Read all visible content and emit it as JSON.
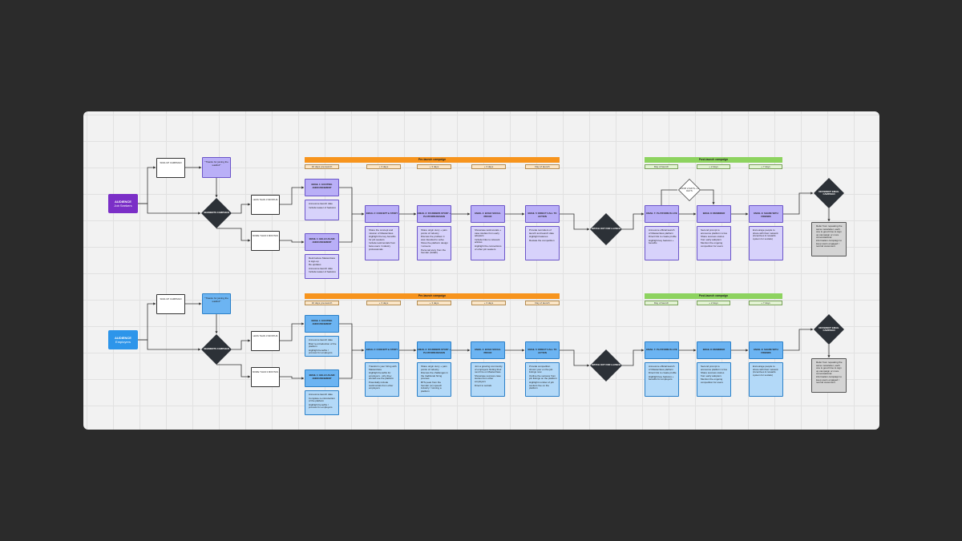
{
  "colors": {
    "canvas": "#2b2b2b",
    "board": "#f2f2f2",
    "purple_strong": "#7b2fc7",
    "blue_strong": "#2d95ea",
    "orange": "#f7941d",
    "green": "#8dd35f",
    "diamond": "#2c3137"
  },
  "rows": [
    {
      "audience_title": "AUDIENCE",
      "audience_name": "Job Seekers",
      "signup": "SIGN-UP CAMPAIGN",
      "thanks": "\"Thanks for joining the waitlist!\"",
      "segment": "SEGMENTS CAMPAIGN",
      "less": "LESS THAN 3 MONTHS",
      "more": "MORE THAN 3 MONTHS",
      "pre_title": "Pre-launch campaign",
      "post_title": "Post-launch campaign",
      "pre_times": [
        "10 days pre-launch",
        "+ 3 days",
        "+ 3 days",
        "+ 3 days",
        "Day of launch"
      ],
      "post_times": [
        "Day of launch",
        "+ 2 days",
        "+ 7 days"
      ],
      "email1a": "EMAIL 1: EXCITING ANNOUNCEMENT",
      "email1a_notes": [
        "Announce launch date",
        "Include teaser of features"
      ],
      "email1b": "EMAIL 1: HELLO AGAIN ANNOUNCEMENT",
      "email1b_notes": [
        "Reintroduce Masterclass & sign-up",
        "Re-updates",
        "Announce launch date",
        "Include teaser of features"
      ],
      "emails": [
        "EMAIL 2: CONCEPT & STORY",
        "EMAIL 3: FOUNDERS STORY + PLATFORM DESIGN",
        "EMAIL 4: BUILD SOCIAL PROOF",
        "EMAIL 5: DIRECT CALL TO ACTION"
      ],
      "email_notes": [
        [
          "Share the concept and mission of Masterclass",
          "Highlight the key benefits for job seekers",
          "Include testimonials from beta users / industry professionals"
        ],
        [
          "Share origin story + pain points of industry",
          "Discuss the problem it was intended to solve",
          "Show the platform design / screens",
          "Personal story from the founder (Gitlab)"
        ],
        [
          "Showcase testimonials + case studies from early adopters",
          "Include links to relevant articles",
          "Highlight the connections of other job seekers"
        ],
        [
          "Provide reminders of launch and launch date",
          "Highlight features",
          "Restate the competition"
        ]
      ],
      "watch": "WATCH OUT FOR LAUNCH",
      "loop": "LOOP 2 DAYS + 2 DAYS",
      "post_emails": [
        "EMAIL 7: PLATFORM IS LIVE",
        "EMAIL 8: REMINDER",
        "EMAIL 9: SHARE WITH FRIENDS"
      ],
      "post_notes": [
        [
          "Announce official launch of Masterclass platform",
          "Direct link to create profile",
          "Highlight key features + benefits"
        ],
        [
          "Second prompt to announce platform is live",
          "Share success stories from early adopters",
          "Mention the ongoing competition for users"
        ],
        [
          "Encourage people to share with their network (incentives & rewards system for socials)"
        ]
      ],
      "different": "DIFFERENT EMAIL CAMPAIGN",
      "different_notes": [
        "Refer from repeating the same newsletter, each one is good time to sign up campaign or more conversational information campaign to keep users engaged / remind customers"
      ]
    },
    {
      "audience_title": "AUDIENCE",
      "audience_name": "Employers",
      "signup": "SIGN-UP CAMPAIGN",
      "thanks": "\"Thanks for joining the waitlist!\"",
      "segment": "SEGMENTS CAMPAIGN",
      "less": "LESS THAN 3 MONTHS",
      "more": "MORE THAN 3 MONTHS",
      "pre_title": "Pre-launch campaign",
      "post_title": "Post-launch campaign",
      "pre_times": [
        "10 days pre-launch",
        "+ 3 days",
        "+ 3 days",
        "+ 3 days",
        "Day of launch"
      ],
      "post_times": [
        "Day of launch",
        "+ 2 days",
        "+ 7 days"
      ],
      "email1a": "EMAIL 1: EXCITING ANNOUNCEMENT",
      "email1a_notes": [
        "Announce launch date",
        "Brief re-introduction of the platform",
        "Highlight benefits / process for employers"
      ],
      "email1b": "EMAIL 1: HELLO AGAIN ANNOUNCEMENT",
      "email1b_notes": [
        "Announce launch date",
        "Complete re-introduction of the platform",
        "Highlight benefits / process for employers"
      ],
      "emails": [
        "EMAIL 2: CONCEPT & STORY",
        "EMAIL 3: FOUNDERS STORY + PLATFORM DESIGN",
        "EMAIL 4: BUILD SOCIAL PROOF",
        "EMAIL 5: DIRECT CALL TO ACTION"
      ],
      "email_notes": [
        [
          "Transform your hiring with Masterclass",
          "Highlight benefits for employers - why they should use the platform",
          "Potentially include testimonials from other employers"
        ],
        [
          "Share origin story + pain points of industry",
          "Discuss the challenges in the traditional hiring process",
          "BTS peek from the founder (or) speech industry / running a platform"
        ],
        [
          "Join a growing community of employers finding their next hire on Masterclass",
          "Showcase success case stories from other employers",
          "Direct to socials"
        ],
        [
          "Provide competition shown your on the job listings now",
          "Outline the success from job listings on the platform",
          "Highlight number of job seekers live on the platform"
        ]
      ],
      "watch": "WATCH OUT FOR LAUNCH",
      "post_emails": [
        "EMAIL 7: PLATFORM IS LIVE",
        "EMAIL 8: REMINDER",
        "EMAIL 9: SHARE WITH FRIENDS"
      ],
      "post_notes": [
        [
          "Announce official launch of Masterclass platform",
          "Direct link to create profile",
          "Highlight key features + benefits for employers"
        ],
        [
          "Second prompt to announce platform is live",
          "Share success stories from early adopters",
          "Mention the ongoing competition for users"
        ],
        [
          "Encourage people to share with their network (incentives & rewards system for socials)"
        ]
      ],
      "different": "DIFFERENT EMAIL CAMPAIGN",
      "different_notes": [
        "Refer from repeating the same newsletter, each one is good time to sign up campaign or more conversational information campaign to keep users engaged / remind customers"
      ]
    }
  ]
}
